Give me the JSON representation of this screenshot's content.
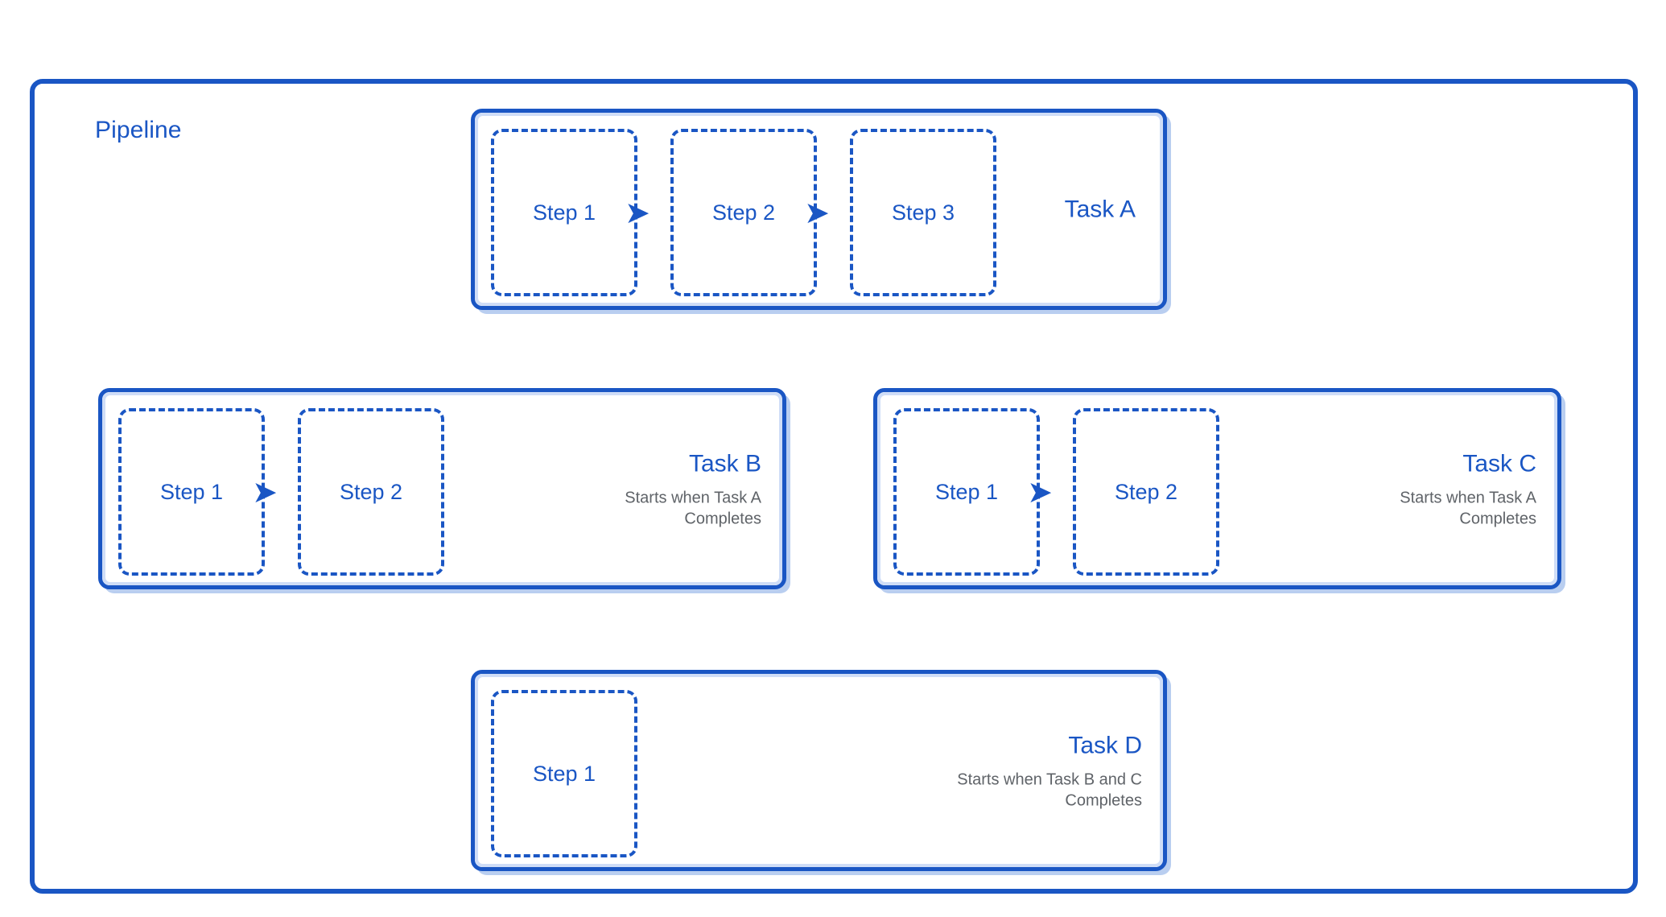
{
  "diagram": {
    "type": "pipeline-flow",
    "frame_label": "Pipeline",
    "colors": {
      "accent_blue": "#1a56c4",
      "inner_blue": "#cfddf7",
      "shadow_blue": "#b9cef0",
      "subtitle_gray": "#5f6368",
      "connector_gray": "#c4c7c5",
      "background": "#ffffff"
    },
    "step_arrow_glyph": "➤"
  },
  "tasks": {
    "a": {
      "title": "Task A",
      "subtitle": "",
      "steps": [
        {
          "label": "Step 1"
        },
        {
          "label": "Step 2"
        },
        {
          "label": "Step 3"
        }
      ]
    },
    "b": {
      "title": "Task B",
      "subtitle": "Starts when Task A Completes",
      "steps": [
        {
          "label": "Step 1"
        },
        {
          "label": "Step 2"
        }
      ]
    },
    "c": {
      "title": "Task C",
      "subtitle": "Starts when Task A Completes",
      "steps": [
        {
          "label": "Step 1"
        },
        {
          "label": "Step 2"
        }
      ]
    },
    "d": {
      "title": "Task D",
      "subtitle": "Starts when Task B and C Completes",
      "steps": [
        {
          "label": "Step 1"
        }
      ]
    }
  },
  "connections": [
    {
      "from": "Task A",
      "to": "Task B"
    },
    {
      "from": "Task A",
      "to": "Task C"
    },
    {
      "from": "Task B",
      "to": "Task D"
    },
    {
      "from": "Task C",
      "to": "Task D"
    }
  ]
}
